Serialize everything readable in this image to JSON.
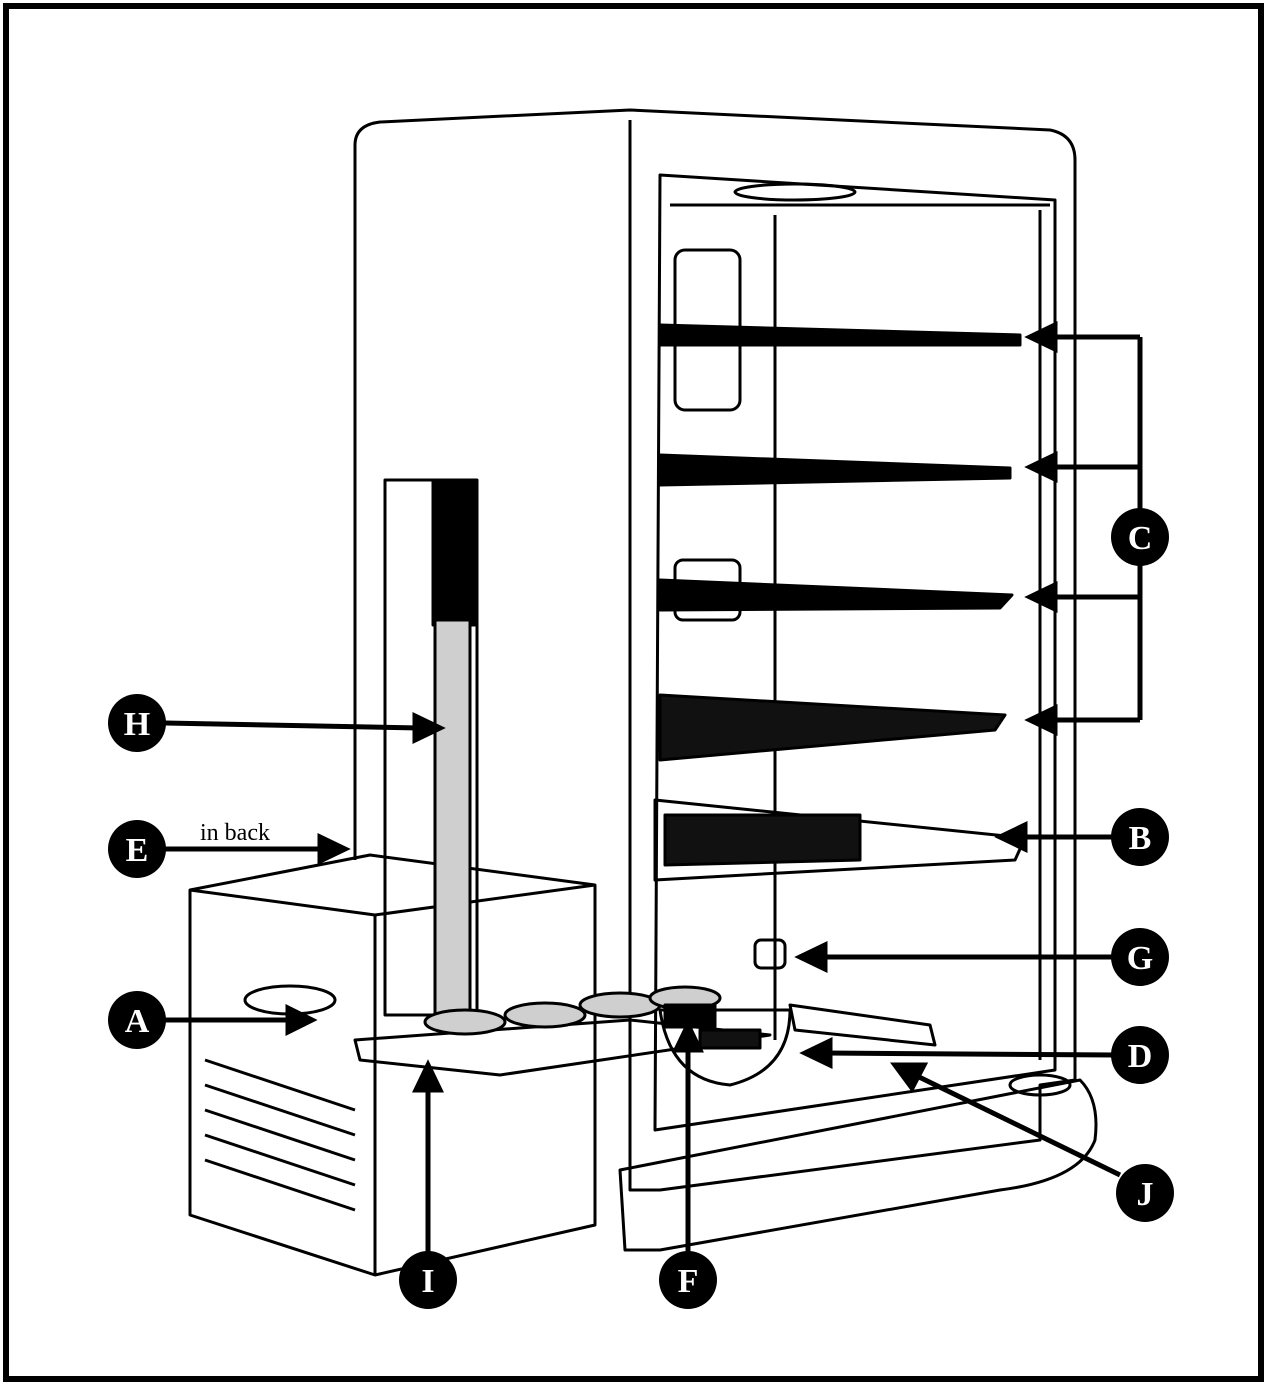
{
  "callouts": {
    "A": "A",
    "B": "B",
    "C": "C",
    "D": "D",
    "E": "E",
    "F": "F",
    "G": "G",
    "H": "H",
    "I": "I",
    "J": "J"
  },
  "note_in_back": "in back",
  "colors": {
    "ink": "#000000",
    "paper": "#ffffff",
    "stipple": "#cfcfcf"
  }
}
